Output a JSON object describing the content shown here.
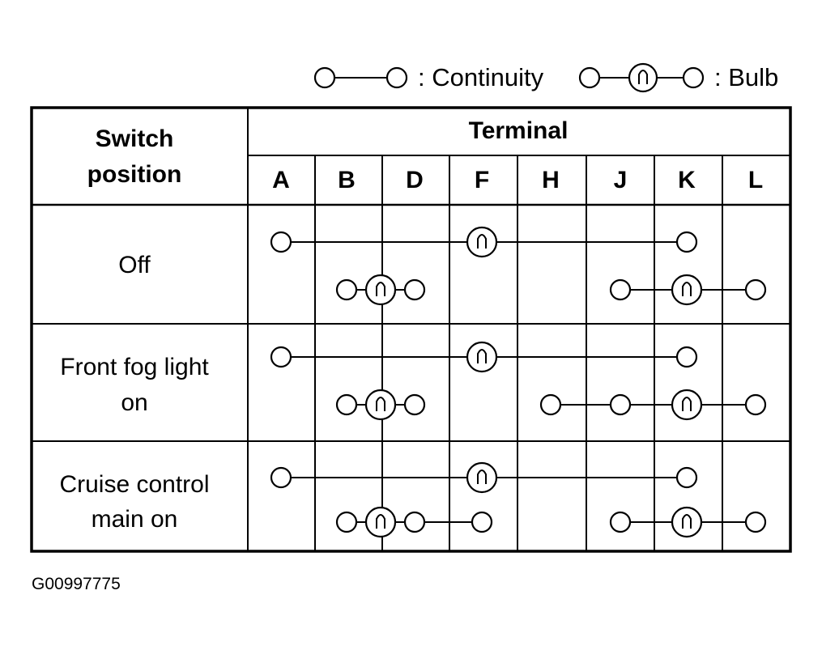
{
  "legend": {
    "continuity_label": ": Continuity",
    "bulb_label": ": Bulb"
  },
  "table": {
    "switch_header_line1": "Switch",
    "switch_header_line2": "position",
    "terminal_header": "Terminal",
    "terminals": [
      "A",
      "B",
      "D",
      "F",
      "H",
      "J",
      "K",
      "L"
    ],
    "rows": [
      {
        "label_lines": [
          "Off"
        ],
        "circuits": [
          {
            "terminals": [
              "A",
              "K"
            ],
            "bulb": "F"
          },
          {
            "terminals": [
              "B",
              "D"
            ],
            "bulb": "between-B-D"
          },
          {
            "terminals": [
              "J",
              "L"
            ],
            "bulb": "K"
          }
        ]
      },
      {
        "label_lines": [
          "Front fog light",
          "on"
        ],
        "circuits": [
          {
            "terminals": [
              "A",
              "K"
            ],
            "bulb": "F"
          },
          {
            "terminals": [
              "B",
              "D"
            ],
            "bulb": "between-B-D"
          },
          {
            "terminals": [
              "H",
              "J",
              "L"
            ],
            "bulb": "K"
          }
        ]
      },
      {
        "label_lines": [
          "Cruise control",
          "main on"
        ],
        "circuits": [
          {
            "terminals": [
              "A",
              "K"
            ],
            "bulb": "F"
          },
          {
            "terminals": [
              "B",
              "D",
              "F"
            ],
            "bulb": "between-B-D"
          },
          {
            "terminals": [
              "J",
              "L"
            ],
            "bulb": "K"
          }
        ]
      }
    ]
  },
  "figure_code": "G00997775"
}
